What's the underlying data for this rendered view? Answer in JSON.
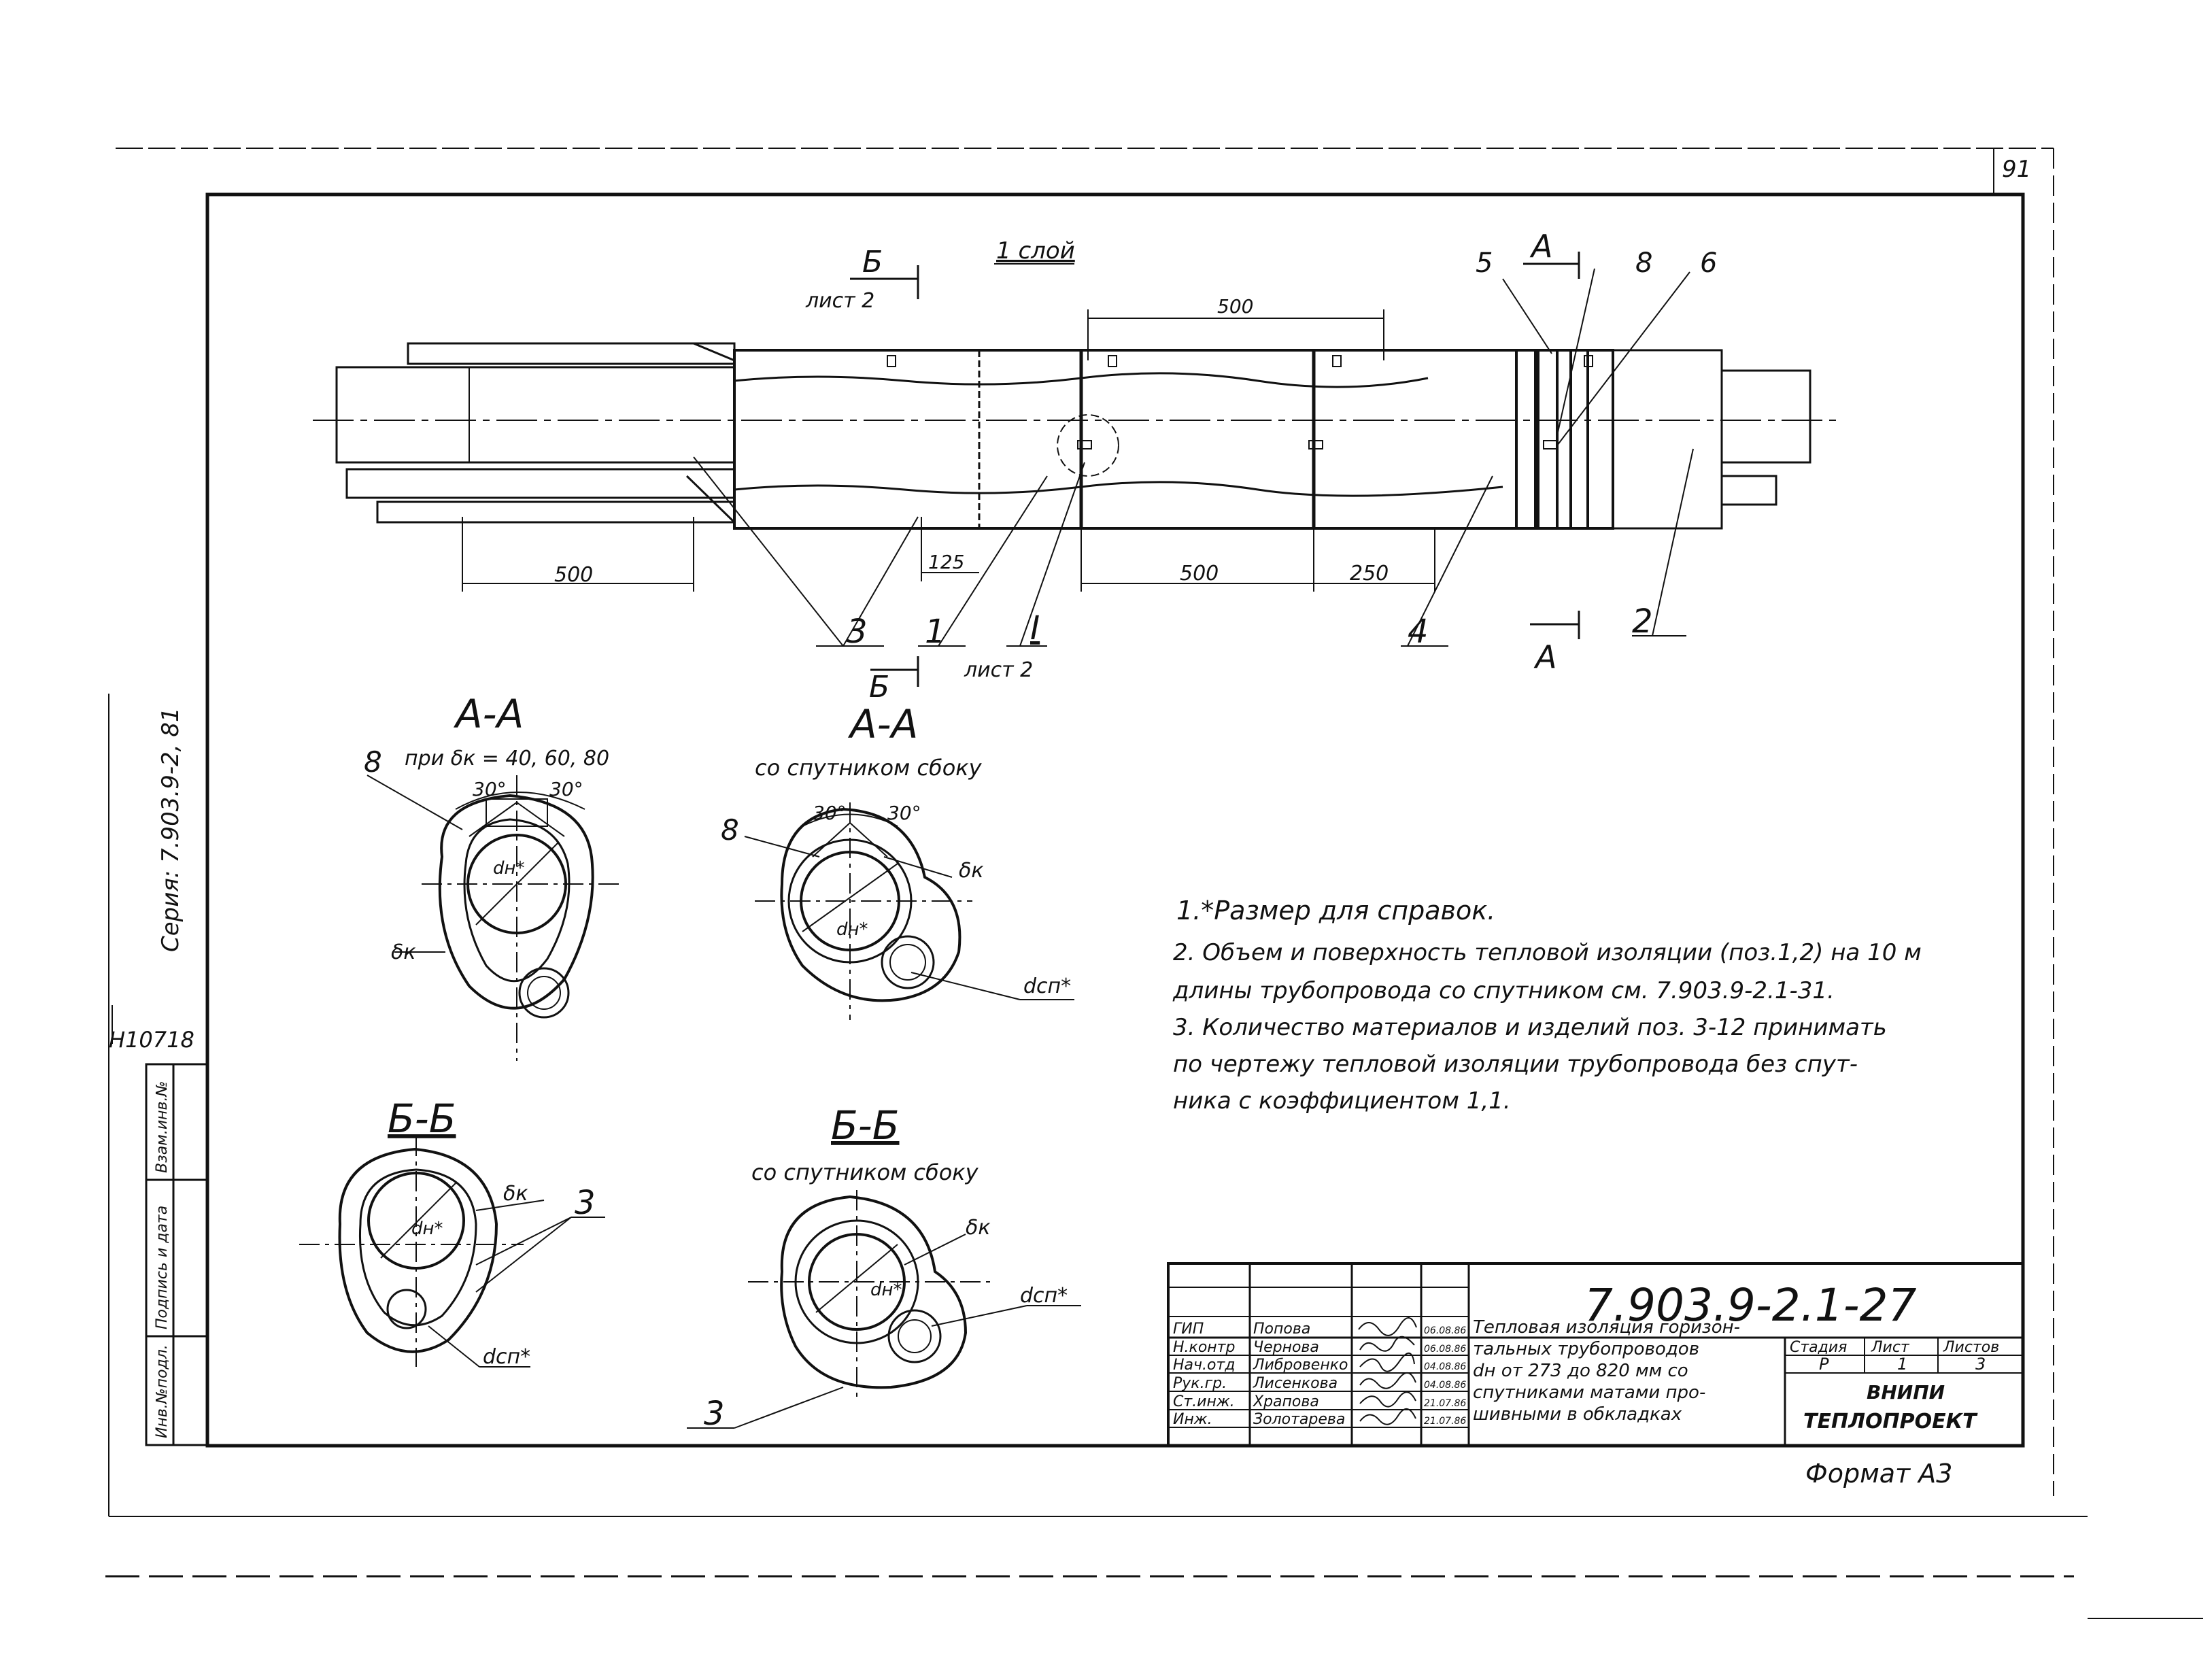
{
  "page_number": "91",
  "layer_label": "1 слой",
  "main_view": {
    "section_b_mark": "Б",
    "section_b_sheet": "лист 2",
    "section_a_mark": "А",
    "detail_mark": "I",
    "detail_sheet": "лист 2",
    "dims": {
      "d500_top": "500",
      "d500_left": "500",
      "d125": "125",
      "d500_mid": "500",
      "d250": "250"
    },
    "callouts": {
      "c1": "1",
      "c2": "2",
      "c3": "3",
      "c4": "4",
      "c5": "5",
      "c6": "6",
      "c8": "8"
    }
  },
  "sections": {
    "aa1_title": "А-А",
    "aa1_subtitle": "при δк = 40, 60, 80",
    "aa2_title": "А-А",
    "aa2_subtitle": "со спутником сбоку",
    "bb1_title": "Б-Б",
    "bb2_title": "Б-Б",
    "bb2_subtitle": "со спутником сбоку",
    "angle": "30°",
    "dn": "dн*",
    "dk": "δк",
    "dsp": "dсп*",
    "c3": "3",
    "c8": "8"
  },
  "notes": [
    "1.*Размер для справок.",
    "2. Объем и поверхность тепловой изоляции (поз.1,2) на 10 м",
    "длины трубопровода со спутником см. 7.903.9-2.1-31.",
    "3. Количество материалов и изделий поз. 3-12 принимать",
    "по чертежу тепловой изоляции трубопровода без спут-",
    "ника с коэффициентом 1,1."
  ],
  "left_margin": {
    "series": "Серия: 7.903.9-2, 81",
    "inventory": "Н10718",
    "cells": [
      "Взам.инв.№",
      "Подпись и дата",
      "Инв.№подл."
    ]
  },
  "title_block": {
    "doc_code": "7.903.9-2.1-27",
    "rows": [
      {
        "role": "ГИП",
        "name": "Попова",
        "date": "06.08.86"
      },
      {
        "role": "Н.контр",
        "name": "Чернова",
        "date": "06.08.86"
      },
      {
        "role": "Нач.отд",
        "name": "Либровенко",
        "date": "04.08.86"
      },
      {
        "role": "Рук.гр.",
        "name": "Лисенкова",
        "date": "04.08.86"
      },
      {
        "role": "Ст.инж.",
        "name": "Храпова",
        "date": "21.07.86"
      },
      {
        "role": "Инж.",
        "name": "Золотарева",
        "date": "21.07.86"
      }
    ],
    "description": [
      "Тепловая изоляция горизон-",
      "тальных трубопроводов",
      "dн от 273 до 820 мм со",
      "спутниками матами про-",
      "шивными в обкладках"
    ],
    "stage_label": "Стадия",
    "sheet_label": "Лист",
    "sheets_label": "Листов",
    "stage": "Р",
    "sheet": "1",
    "sheets": "3",
    "org1": "ВНИПИ",
    "org2": "ТЕПЛОПРОЕКТ"
  },
  "format": "Формат А3"
}
